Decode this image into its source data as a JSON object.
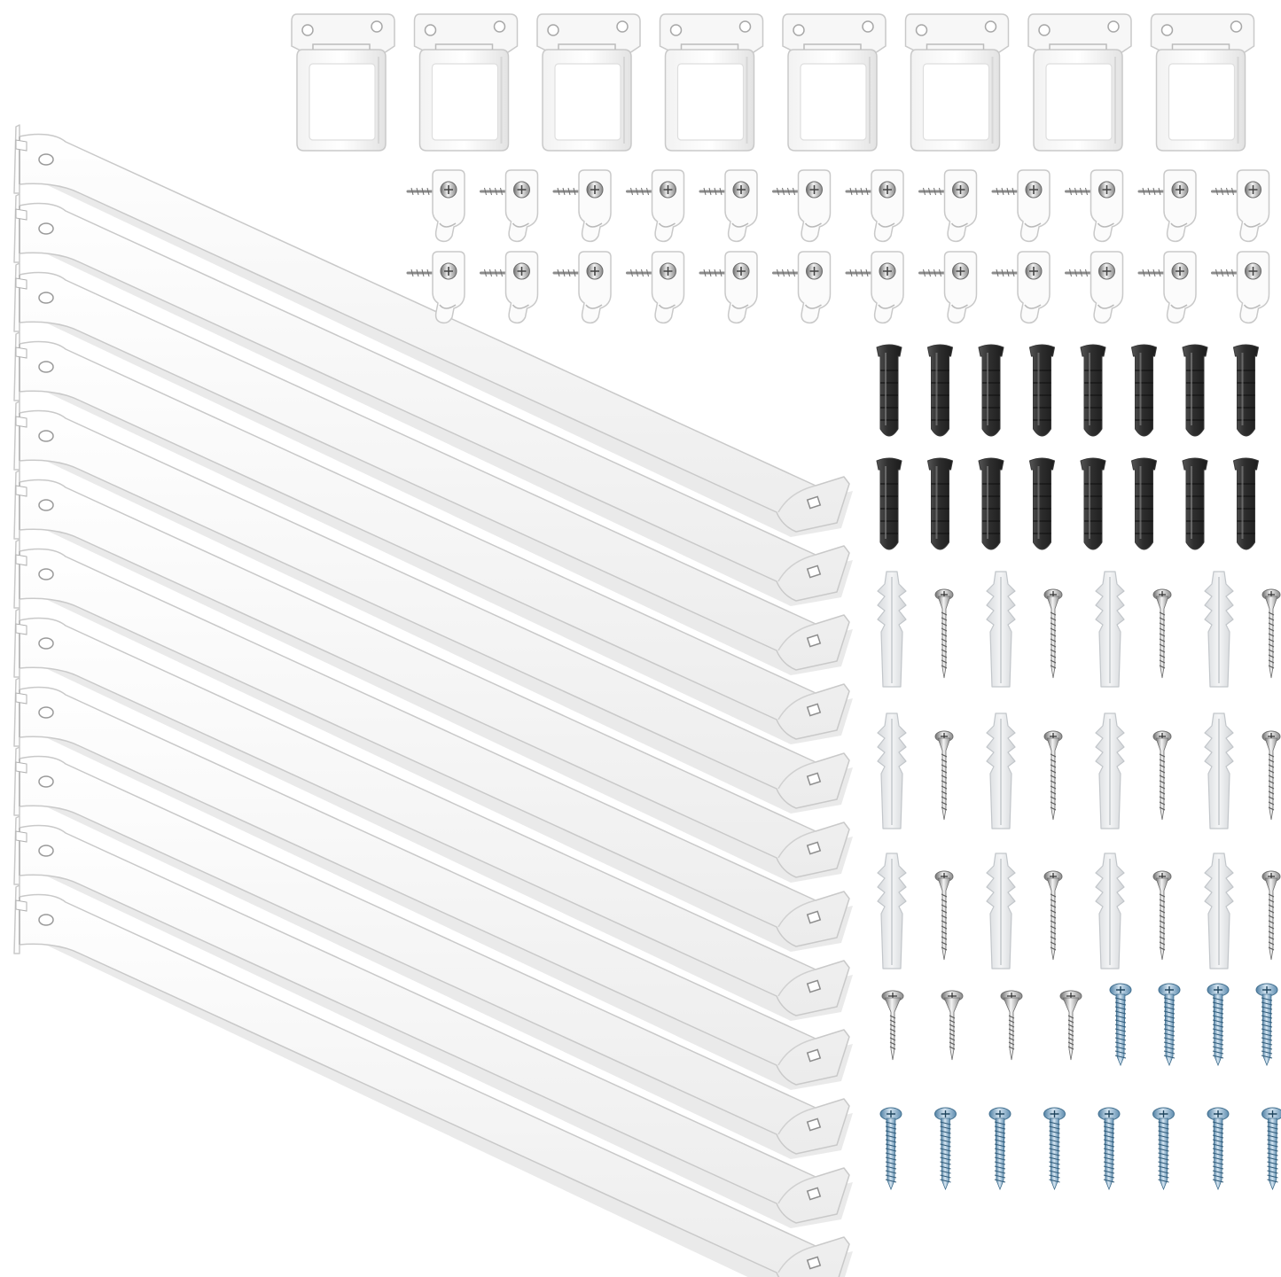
{
  "image": {
    "kind": "product-photo",
    "background_color": "#ffffff"
  },
  "colors": {
    "bracket_fill": "#fbfbfb",
    "bracket_edge": "#c9c9c9",
    "shadow": "#d9d9d9",
    "metal_light": "#e6e6e6",
    "metal_dark": "#7d7d7d",
    "anchor_dark": "#3a3a3a",
    "plastic_anchor": "#e7e9eb",
    "blue_screw": "#7fa9c9"
  },
  "items": {
    "shelf_brackets": 12,
    "rod_end_sockets": 8,
    "hook_clips": 24,
    "dark_wall_anchors": 16,
    "white_plastic_anchors": 12,
    "silver_screws": 16,
    "blue_zinc_screws": 12
  }
}
